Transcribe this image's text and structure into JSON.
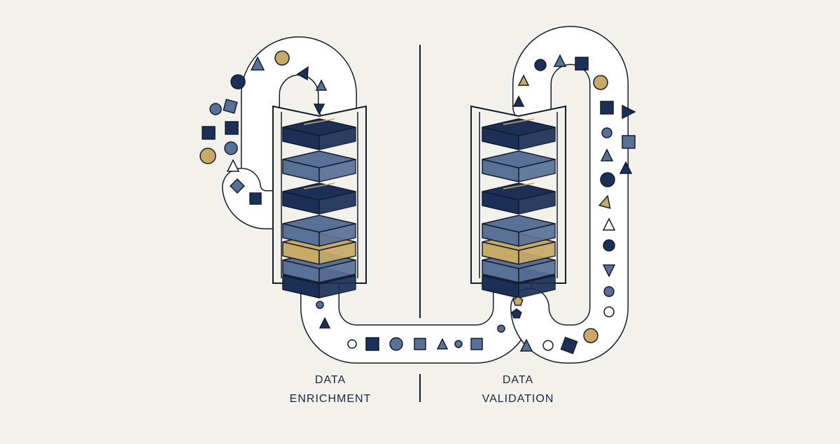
{
  "labels": {
    "left_line1": "DATA",
    "left_line2": "ENRICHMENT",
    "right_line1": "DATA",
    "right_line2": "VALIDATION"
  },
  "colors": {
    "background": "#f3f1ec",
    "navy": "#1b2f57",
    "slate": "#5a7197",
    "gold": "#c7aa66",
    "outline": "#141c2c",
    "tube_fill": "#ffffff"
  },
  "icons": [
    "circle-icon",
    "triangle-icon",
    "square-icon",
    "diamond-icon",
    "pentagon-icon"
  ]
}
